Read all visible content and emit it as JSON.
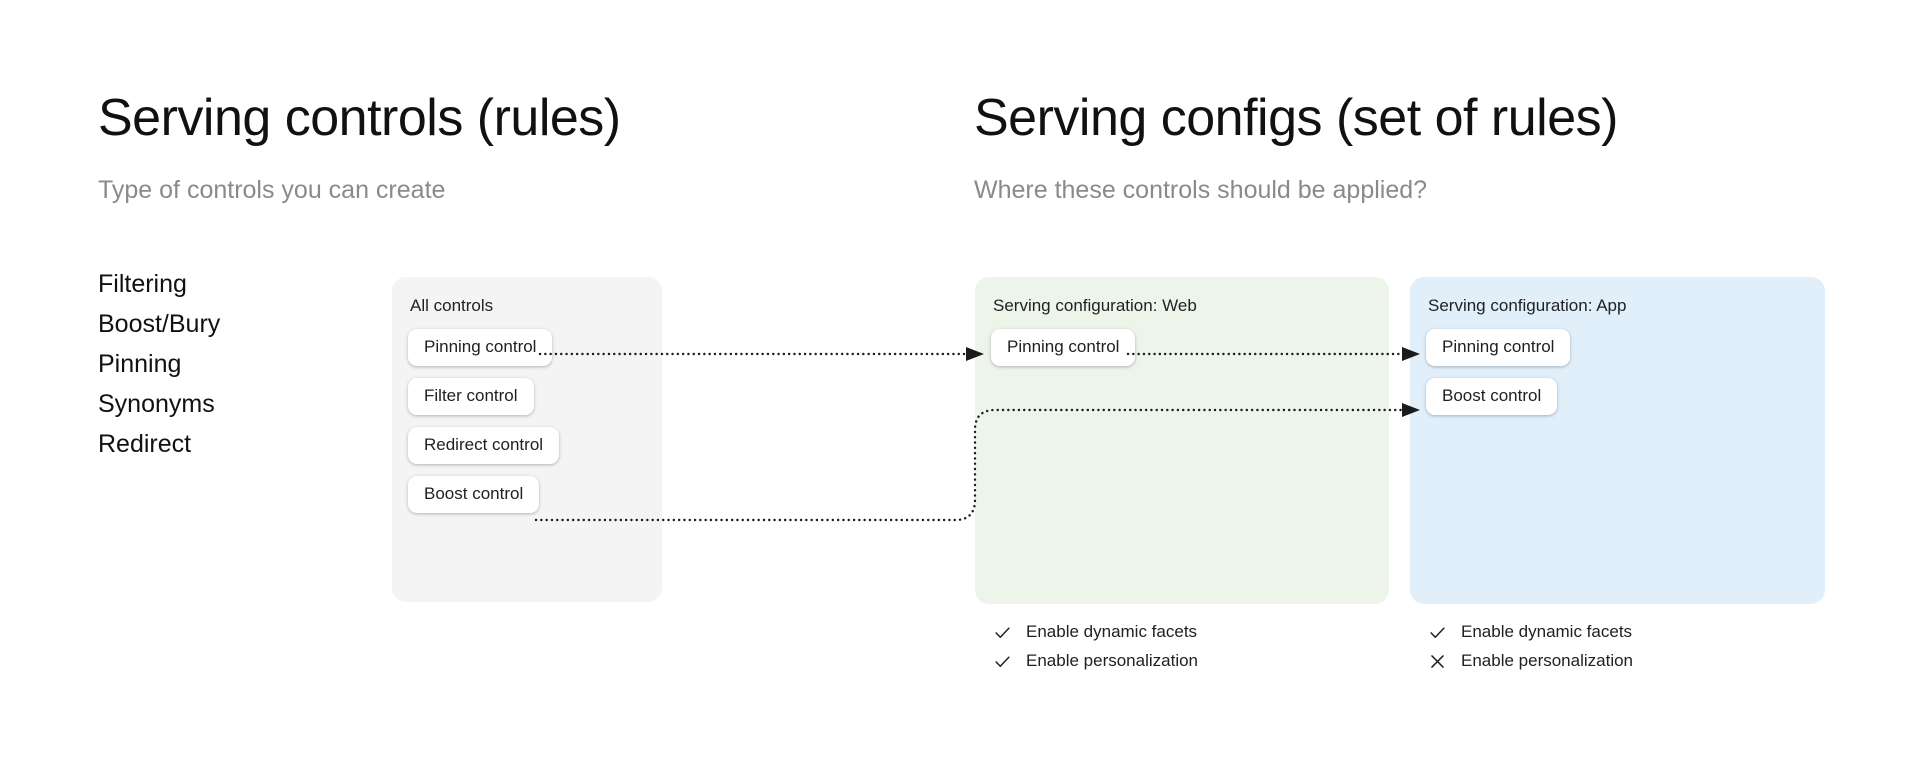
{
  "left_section": {
    "title": "Serving controls (rules)",
    "subtitle": "Type of controls you can create",
    "control_types": [
      "Filtering",
      "Boost/Bury",
      "Pinning",
      "Synonyms",
      "Redirect"
    ],
    "all_controls_panel": {
      "title": "All controls",
      "panel_color": "#f4f4f4",
      "chips": [
        "Pinning control",
        "Filter control",
        "Redirect control",
        "Boost control"
      ]
    }
  },
  "right_section": {
    "title": "Serving configs (set of rules)",
    "subtitle": "Where these controls should be applied?",
    "configs": [
      {
        "title": "Serving configuration: Web",
        "panel_color": "#edf4ea",
        "chips": [
          "Pinning control"
        ],
        "options": [
          {
            "label": "Enable dynamic facets",
            "icon": "check-icon",
            "enabled": true
          },
          {
            "label": "Enable personalization",
            "icon": "check-icon",
            "enabled": true
          }
        ]
      },
      {
        "title": "Serving configuration: App",
        "panel_color": "#e1effb",
        "chips": [
          "Pinning control",
          "Boost control"
        ],
        "options": [
          {
            "label": "Enable dynamic facets",
            "icon": "check-icon",
            "enabled": true
          },
          {
            "label": "Enable personalization",
            "icon": "cross-icon",
            "enabled": false
          }
        ]
      }
    ]
  },
  "connectors": {
    "style": "dotted",
    "color": "#1b1b1b",
    "edges": [
      {
        "from": "all-controls.pinning-control",
        "to": "web.pinning-control"
      },
      {
        "from": "web.pinning-control",
        "to": "app.pinning-control"
      },
      {
        "from": "all-controls.boost-control",
        "to": "app.boost-control"
      }
    ]
  }
}
